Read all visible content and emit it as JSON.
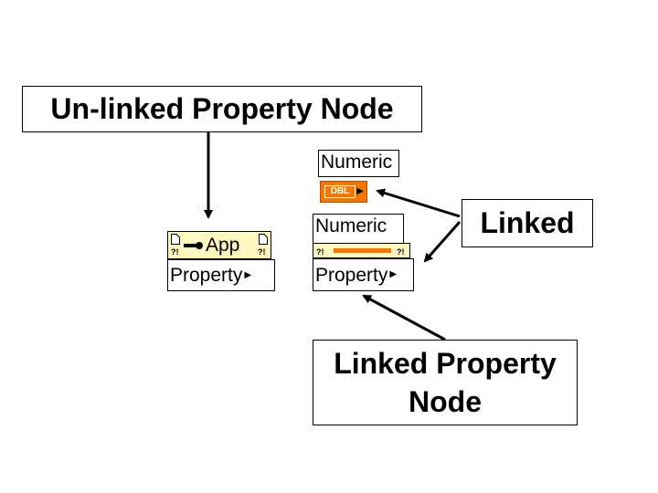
{
  "callouts": {
    "unlinked": "Un-linked Property Node",
    "linked": "Linked",
    "linked_node_line1": "Linked Property",
    "linked_node_line2": "Node"
  },
  "unlinked_node": {
    "header": "App",
    "property": "Property"
  },
  "numeric_control": {
    "label": "Numeric",
    "terminal": "DBL"
  },
  "linked_node": {
    "label": "Numeric",
    "property": "Property"
  },
  "colors": {
    "header_fill": "#fff7c0",
    "terminal_orange": "#f07800",
    "outline": "#000000"
  }
}
